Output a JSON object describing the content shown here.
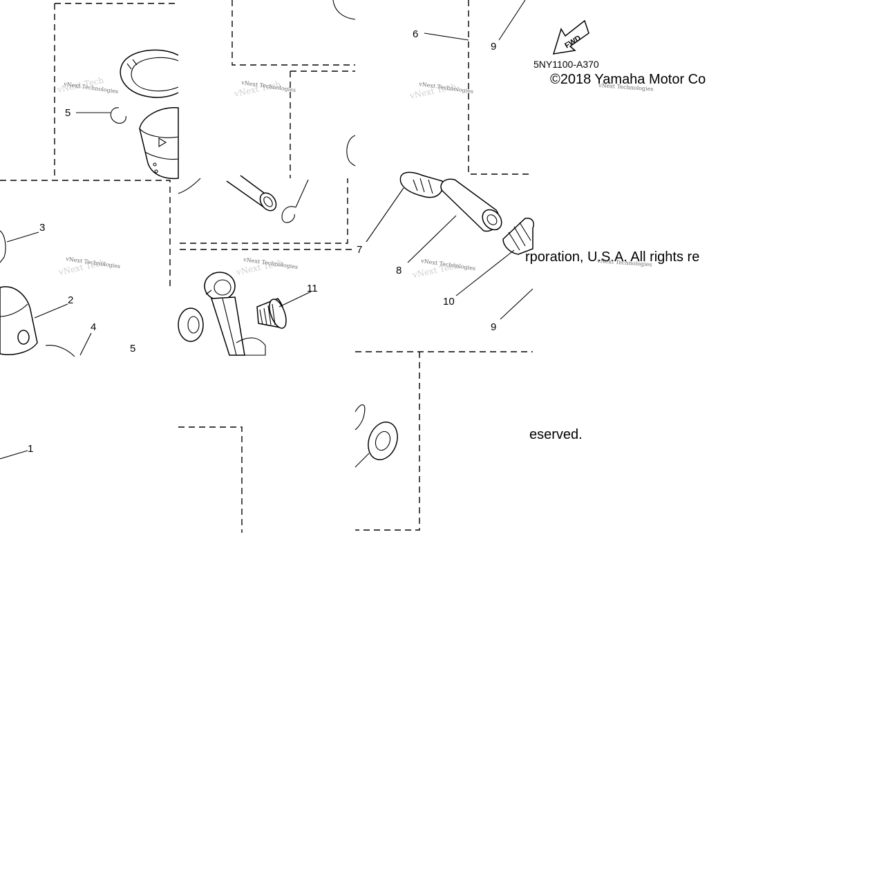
{
  "diagram": {
    "diagram_code": "5NY1100-A370",
    "copyright": {
      "line1": "©2018 Yamaha Motor Co",
      "line2": "rporation, U.S.A. All rights re",
      "line3": "eserved."
    },
    "direction_arrow_label": "FWD",
    "watermark_text": "vNext Technologies",
    "callouts": [
      {
        "id": "c1",
        "label": "1"
      },
      {
        "id": "c2",
        "label": "2"
      },
      {
        "id": "c3",
        "label": "3"
      },
      {
        "id": "c4",
        "label": "4"
      },
      {
        "id": "c5a",
        "label": "5"
      },
      {
        "id": "c5b",
        "label": "5"
      },
      {
        "id": "c6",
        "label": "6"
      },
      {
        "id": "c7",
        "label": "7"
      },
      {
        "id": "c8",
        "label": "8"
      },
      {
        "id": "c9a",
        "label": "9"
      },
      {
        "id": "c9b",
        "label": "9"
      },
      {
        "id": "c10",
        "label": "10"
      },
      {
        "id": "c11",
        "label": "11"
      }
    ]
  }
}
